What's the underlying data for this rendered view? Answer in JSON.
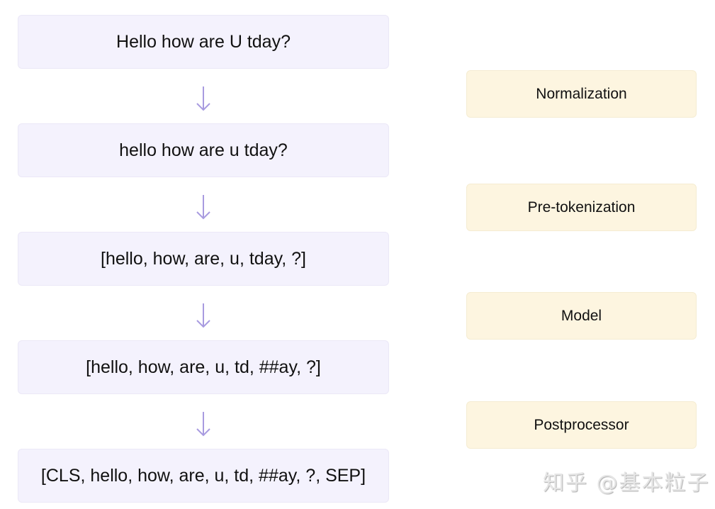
{
  "steps": [
    {
      "text": "Hello how are U tday?"
    },
    {
      "text": "hello how are u tday?"
    },
    {
      "text": "[hello, how, are, u, tday, ?]"
    },
    {
      "text": "[hello, how, are, u, td, ##ay, ?]"
    },
    {
      "text": "[CLS, hello, how, are, u, td, ##ay, ?, SEP]"
    }
  ],
  "stages": [
    {
      "label": "Normalization"
    },
    {
      "label": "Pre-tokenization"
    },
    {
      "label": "Model"
    },
    {
      "label": "Postprocessor"
    }
  ],
  "arrow_icon": "down-arrow-icon",
  "colors": {
    "step_bg": "#f4f2fd",
    "stage_bg": "#fdf5e0",
    "arrow": "#a89be0"
  },
  "watermark": "知乎 @基本粒子"
}
